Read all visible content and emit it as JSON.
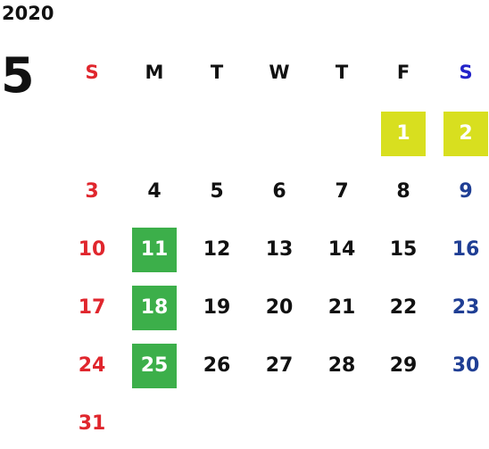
{
  "calendar": {
    "year": "2020",
    "month": "5",
    "weekdays": [
      "S",
      "M",
      "T",
      "W",
      "T",
      "F",
      "S"
    ],
    "days": [
      "1",
      "2",
      "3",
      "4",
      "5",
      "6",
      "7",
      "8",
      "9",
      "10",
      "11",
      "12",
      "13",
      "14",
      "15",
      "16",
      "17",
      "18",
      "19",
      "20",
      "21",
      "22",
      "23",
      "24",
      "25",
      "26",
      "27",
      "28",
      "29",
      "30",
      "31"
    ],
    "colors": {
      "sunday": "#e0262d",
      "saturday": "#1f3e94",
      "saturday_header": "#2323c9",
      "highlight_yellow": "#d8df1f",
      "highlight_green": "#3caf4a",
      "text": "#111111"
    }
  }
}
